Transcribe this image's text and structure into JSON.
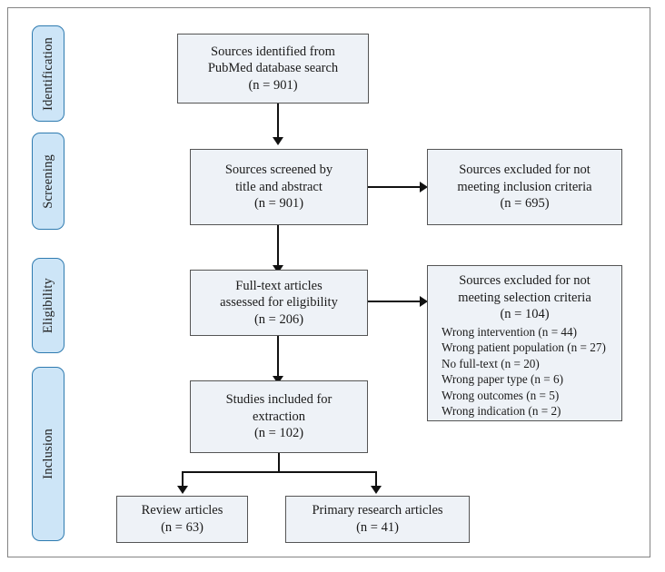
{
  "diagram": {
    "type": "prisma-flow-diagram",
    "colors": {
      "phase_fill": "#cde5f7",
      "phase_border": "#2f7bb0",
      "box_fill": "#eef2f7",
      "box_border": "#555555",
      "connector": "#111111",
      "frame_border": "#848484"
    },
    "phases": [
      {
        "label": "Identification"
      },
      {
        "label": "Screening"
      },
      {
        "label": "Eligibility"
      },
      {
        "label": "Inclusion"
      }
    ],
    "nodes": {
      "identified": {
        "lines": [
          "Sources identified from",
          "PubMed database search",
          "(n = 901)"
        ]
      },
      "screened": {
        "lines": [
          "Sources screened by",
          "title and abstract",
          "(n = 901)"
        ]
      },
      "excluded_screening": {
        "lines": [
          "Sources excluded for not",
          "meeting inclusion criteria",
          "(n = 695)"
        ]
      },
      "fulltext": {
        "lines": [
          "Full-text articles",
          "assessed for eligibility",
          "(n = 206)"
        ]
      },
      "excluded_eligibility": {
        "head_lines": [
          "Sources excluded for not",
          "meeting selection criteria",
          "(n = 104)"
        ],
        "reasons": [
          "Wrong intervention (n = 44)",
          "Wrong patient population (n = 27)",
          "No full-text (n = 20)",
          "Wrong paper type (n = 6)",
          "Wrong outcomes (n = 5)",
          "Wrong indication (n = 2)"
        ]
      },
      "included": {
        "lines": [
          "Studies included for",
          "extraction",
          "(n = 102)"
        ]
      },
      "review_articles": {
        "lines": [
          "Review articles",
          "(n = 63)"
        ]
      },
      "primary_articles": {
        "lines": [
          "Primary research articles",
          "(n = 41)"
        ]
      }
    }
  }
}
